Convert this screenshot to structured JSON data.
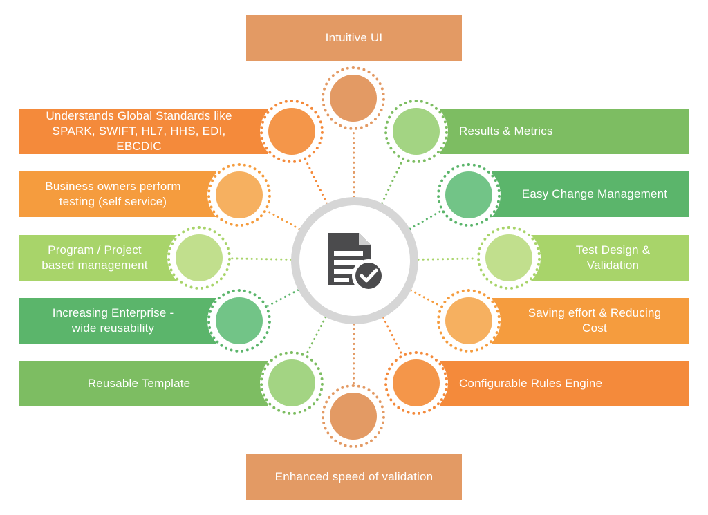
{
  "center": {
    "icon": "document-check-icon",
    "ring_color": "#d6d6d6",
    "icon_color": "#4b4b4d"
  },
  "features": [
    {
      "id": "intuitive-ui",
      "label": "Intuitive UI",
      "bar_color": "#e39a64",
      "node_color": "#e39a64",
      "ring_color": "#e39a64"
    },
    {
      "id": "global-standards",
      "label": "Understands Global Standards like\nSPARK, SWIFT, HL7, HHS, EDI, EBCDIC",
      "bar_color": "#f48a3b",
      "node_color": "#f4964a",
      "ring_color": "#f48a3b"
    },
    {
      "id": "business-owners",
      "label": "Business owners perform\ntesting (self service)",
      "bar_color": "#f59c3e",
      "node_color": "#f6b060",
      "ring_color": "#f59c3e"
    },
    {
      "id": "program-project",
      "label": "Program / Project\nbased management",
      "bar_color": "#a8d46a",
      "node_color": "#c1df8d",
      "ring_color": "#a8d46a"
    },
    {
      "id": "enterprise-reusability",
      "label": "Increasing Enterprise -\nwide reusability",
      "bar_color": "#5bb56b",
      "node_color": "#72c487",
      "ring_color": "#5bb56b"
    },
    {
      "id": "reusable-template",
      "label": "Reusable Template",
      "bar_color": "#7dbd62",
      "node_color": "#a3d483",
      "ring_color": "#7dbd62"
    },
    {
      "id": "enhanced-speed",
      "label": "Enhanced speed of validation",
      "bar_color": "#e39a64",
      "node_color": "#e39a64",
      "ring_color": "#e39a64"
    },
    {
      "id": "results-metrics",
      "label": "Results & Metrics",
      "bar_color": "#7dbd62",
      "node_color": "#a3d483",
      "ring_color": "#7dbd62"
    },
    {
      "id": "easy-change",
      "label": "Easy Change Management",
      "bar_color": "#5bb56b",
      "node_color": "#72c487",
      "ring_color": "#5bb56b"
    },
    {
      "id": "test-design",
      "label": "Test Design &\nValidation",
      "bar_color": "#a8d46a",
      "node_color": "#c1df8d",
      "ring_color": "#a8d46a"
    },
    {
      "id": "saving-effort",
      "label": "Saving effort & Reducing\nCost",
      "bar_color": "#f59c3e",
      "node_color": "#f6b060",
      "ring_color": "#f59c3e"
    },
    {
      "id": "rules-engine",
      "label": "Configurable Rules Engine",
      "bar_color": "#f48a3b",
      "node_color": "#f4964a",
      "ring_color": "#f48a3b"
    }
  ]
}
